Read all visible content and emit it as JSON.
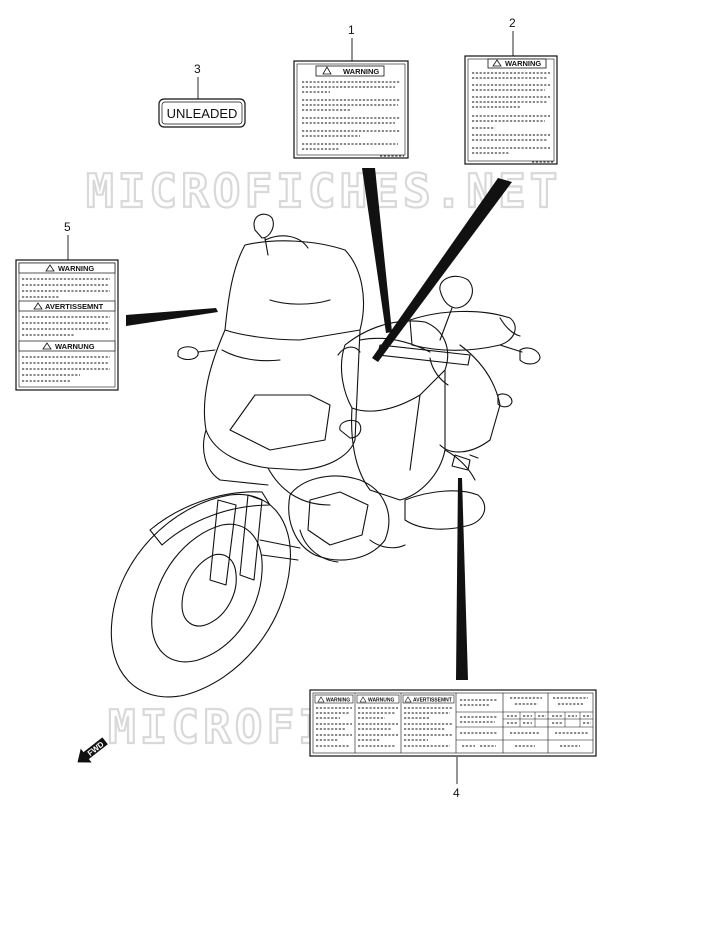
{
  "watermark": "MICROFICHES.NET",
  "callouts": [
    "1",
    "2",
    "3",
    "4",
    "5"
  ],
  "label_1": {
    "heading": "WARNING"
  },
  "label_2": {
    "heading": "WARNING"
  },
  "label_3": {
    "text": "UNLEADED"
  },
  "label_5": {
    "headings": [
      "WARNING",
      "AVERTISSEMNT",
      "WARNUNG"
    ]
  },
  "label_4": {
    "headings": [
      "WARNING",
      "WARNUNG",
      "AVERTISSEMNT"
    ]
  },
  "forward_arrow": {
    "text": "FWD"
  },
  "icons": {
    "warning_triangle": "warning-triangle-icon"
  }
}
